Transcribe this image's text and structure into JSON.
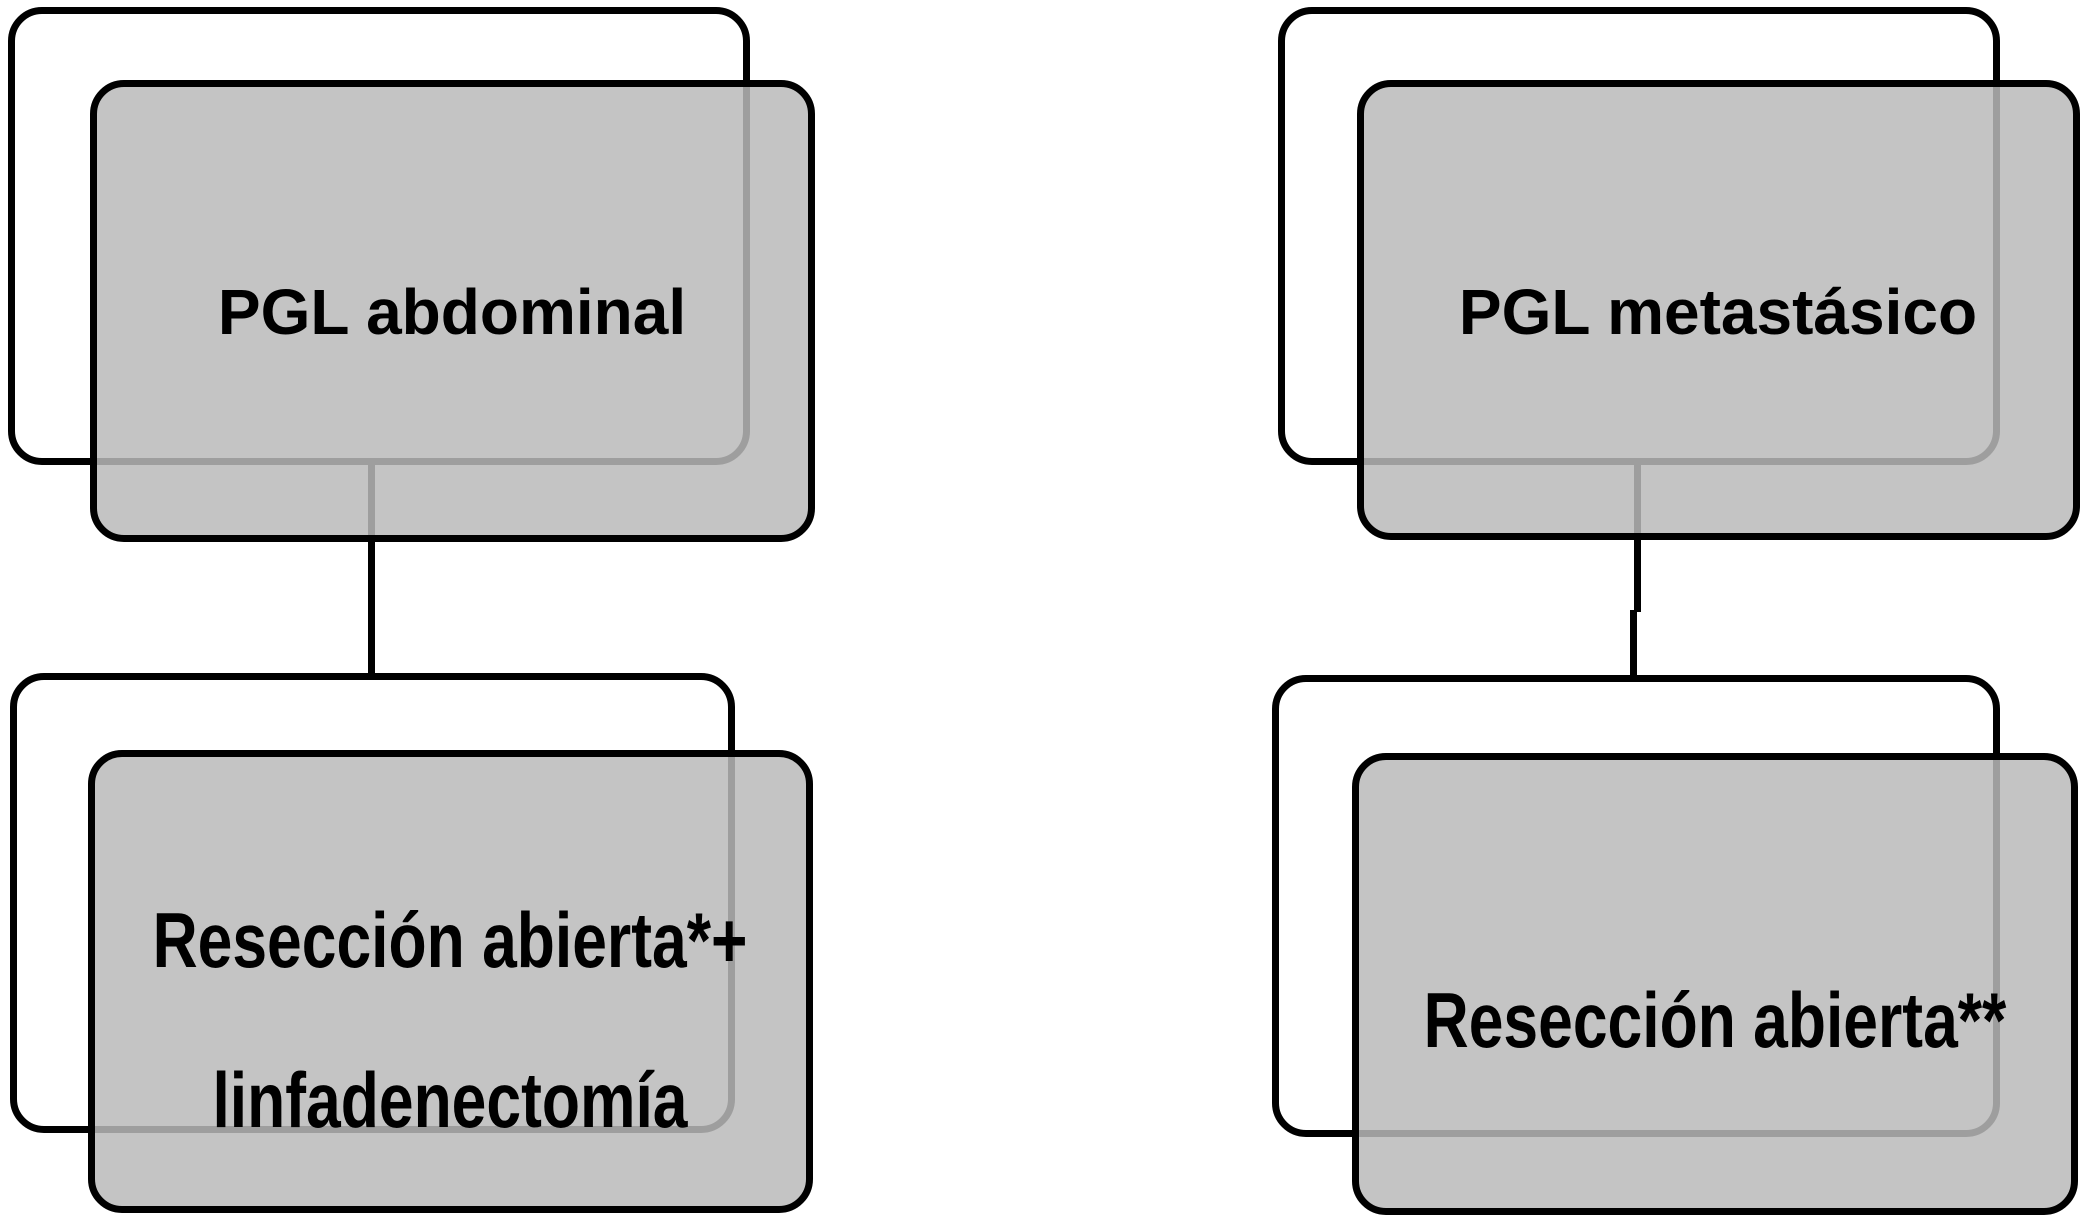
{
  "figure": {
    "type": "flowchart",
    "colors": {
      "background": "#ffffff",
      "card_border": "#000000",
      "card_back_fill": "#ffffff",
      "card_front_fill": "#bababa",
      "card_front_opacity": "0.85",
      "connector": "#000000",
      "text": "#000000"
    },
    "nodes": {
      "pgl_abdominal": {
        "label": "PGL abdominal"
      },
      "pgl_metastasico": {
        "label": "PGL metastásico"
      },
      "reseccion_linfadenectomia": {
        "line1": "Resección abierta*+",
        "line2": "linfadenectomía"
      },
      "reseccion_abierta": {
        "label": "Resección abierta**"
      }
    }
  }
}
